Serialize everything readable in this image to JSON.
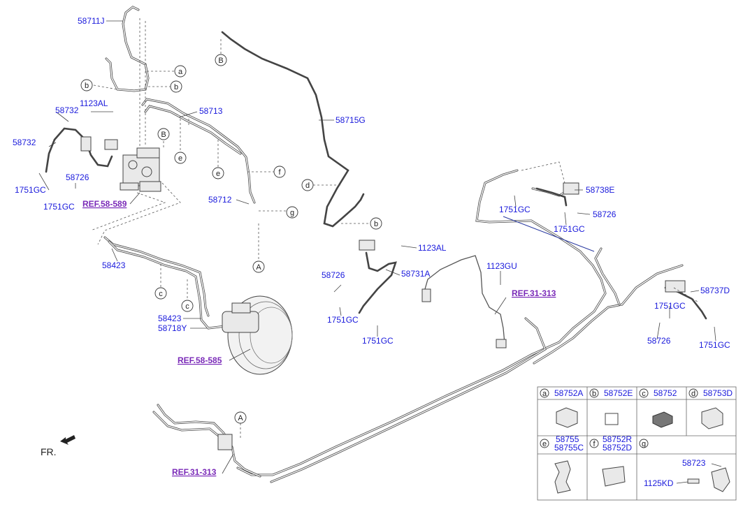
{
  "labels": {
    "p58711J": "58711J",
    "p58732a": "58732",
    "p58732b": "58732",
    "p1123AL_a": "1123AL",
    "p58713": "58713",
    "p58715G": "58715G",
    "p1751GC_1": "1751GC",
    "p1751GC_2": "1751GC",
    "p58726_1": "58726",
    "ref58589": "REF.58-589",
    "p58712": "58712",
    "p58423a": "58423",
    "p58423b": "58423",
    "p58718Y": "58718Y",
    "ref58585": "REF.58-585",
    "p58738E": "58738E",
    "p1751GC_3": "1751GC",
    "p58726_2": "58726",
    "p1751GC_4": "1751GC",
    "p1123AL_b": "1123AL",
    "p58726_3": "58726",
    "p58731A": "58731A",
    "p1123GU": "1123GU",
    "ref31313a": "REF.31-313",
    "p1751GC_5": "1751GC",
    "p1751GC_6": "1751GC",
    "p58737D": "58737D",
    "p1751GC_7": "1751GC",
    "p58726_4": "58726",
    "p1751GC_8": "1751GC",
    "ref31313b": "REF.31-313",
    "fr": "FR."
  },
  "callouts": {
    "a1": "a",
    "b1": "b",
    "b2": "b",
    "B1": "B",
    "B2": "B",
    "e1": "e",
    "e2": "e",
    "f1": "f",
    "g1": "g",
    "A1": "A",
    "A2": "A",
    "c1": "c",
    "c2": "c",
    "d1": "d",
    "b3": "b"
  },
  "legend": {
    "cells": [
      {
        "letter": "a",
        "parts": [
          "58752A"
        ]
      },
      {
        "letter": "b",
        "parts": [
          "58752E"
        ]
      },
      {
        "letter": "c",
        "parts": [
          "58752"
        ]
      },
      {
        "letter": "d",
        "parts": [
          "58753D"
        ]
      },
      {
        "letter": "e",
        "parts": [
          "58755",
          "58755C"
        ]
      },
      {
        "letter": "f",
        "parts": [
          "58752R",
          "58752D"
        ]
      },
      {
        "letter": "g",
        "parts": [
          "58723",
          "1125KD"
        ]
      }
    ]
  }
}
